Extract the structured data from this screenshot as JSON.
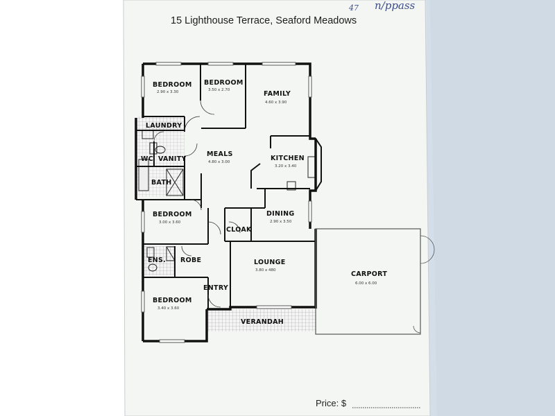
{
  "header": {
    "address": "15 Lighthouse Terrace, Seaford Meadows"
  },
  "annotation": {
    "handwritten_number": "47",
    "handwritten_note": "n/ppass"
  },
  "rooms": {
    "bedroom1": {
      "name": "BEDROOM",
      "size": "2.90 x 3.30"
    },
    "bedroom2": {
      "name": "BEDROOM",
      "size": "3.50 x 2.70"
    },
    "family": {
      "name": "FAMILY",
      "size": "4.60 x 3.90"
    },
    "laundry": {
      "name": "LAUNDRY"
    },
    "wc": {
      "name": "WC"
    },
    "vanity": {
      "name": "VANITY"
    },
    "bath": {
      "name": "BATH"
    },
    "meals": {
      "name": "MEALS",
      "size": "4.80 x 3.00"
    },
    "kitchen": {
      "name": "KITCHEN",
      "size": "3.20 x 3.40"
    },
    "bedroom3": {
      "name": "BEDROOM",
      "size": "3.00 x 3.60"
    },
    "cloak": {
      "name": "CLOAK"
    },
    "dining": {
      "name": "DINING",
      "size": "2.90 x 3.50"
    },
    "ens": {
      "name": "ENS."
    },
    "robe": {
      "name": "ROBE"
    },
    "lounge": {
      "name": "LOUNGE",
      "size": "3.80 x 480"
    },
    "carport": {
      "name": "CARPORT",
      "size": "6.00 x 6.00"
    },
    "entry": {
      "name": "ENTRY"
    },
    "bedroom4": {
      "name": "BEDROOM",
      "size": "3.40 x 3.60"
    },
    "verandah": {
      "name": "VERANDAH"
    }
  },
  "footer": {
    "price_label": "Price: $"
  }
}
